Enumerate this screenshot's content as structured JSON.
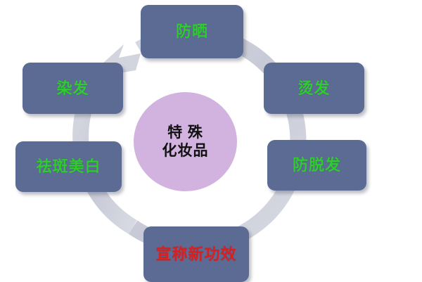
{
  "diagram": {
    "type": "cycle-diagram",
    "direction": "clockwise",
    "center": {
      "line1": "特 殊",
      "line2": "化妆品",
      "shape": "ellipse",
      "fill_color": "#d2b3e0",
      "text_color": "#111111"
    },
    "ring": {
      "color": "#ccced9",
      "arrowhead": "up-right"
    },
    "node_fill_color": "#5c6b93",
    "nodes": [
      {
        "id": "sunscreen",
        "label": "防晒",
        "text_color": "#2ecc2e",
        "position": "top"
      },
      {
        "id": "perm",
        "label": "烫发",
        "text_color": "#2ecc2e",
        "position": "upper-right"
      },
      {
        "id": "antihair",
        "label": "防脱发",
        "text_color": "#2ecc2e",
        "position": "lower-right"
      },
      {
        "id": "newclaim",
        "label": "宣称新功效",
        "text_color": "#d92020",
        "position": "bottom"
      },
      {
        "id": "whitening",
        "label": "祛斑美白",
        "text_color": "#2ecc2e",
        "position": "lower-left"
      },
      {
        "id": "haircolor",
        "label": "染发",
        "text_color": "#2ecc2e",
        "position": "upper-left"
      }
    ]
  }
}
